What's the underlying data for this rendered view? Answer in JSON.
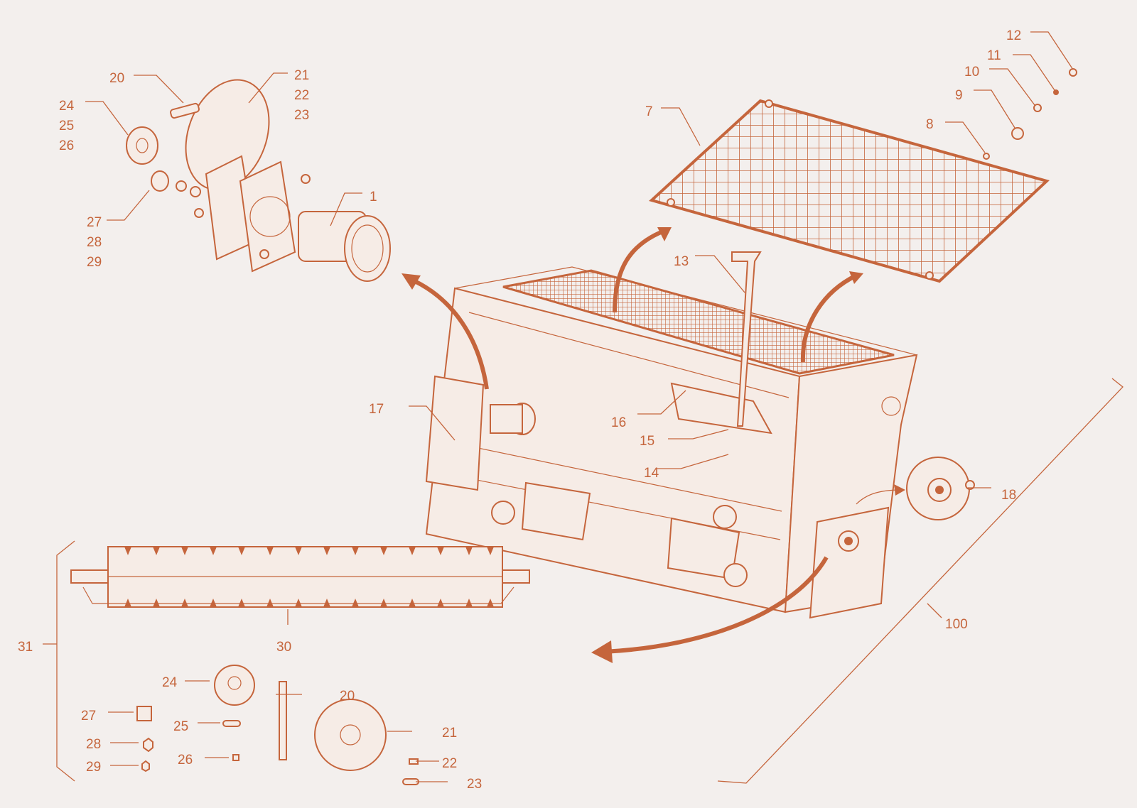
{
  "accent_color": "#c5653c",
  "background_color": "#f3efed",
  "labels": {
    "l1": "1",
    "l7": "7",
    "l8": "8",
    "l9": "9",
    "l10": "10",
    "l11": "11",
    "l12": "12",
    "l13": "13",
    "l14": "14",
    "l15": "15",
    "l16": "16",
    "l17": "17",
    "l18": "18",
    "l20_top": "20",
    "l21_top": "21",
    "l22_top": "22",
    "l23_top": "23",
    "l24_top": "24",
    "l25_top": "25",
    "l26_top": "26",
    "l27_top": "27",
    "l28_top": "28",
    "l29_top": "29",
    "l30": "30",
    "l31": "31",
    "l100": "100",
    "l24_bot": "24",
    "l20_bot": "20",
    "l27_bot": "27",
    "l25_bot": "25",
    "l21_bot": "21",
    "l28_bot": "28",
    "l26_bot": "26",
    "l22_bot": "22",
    "l29_bot": "29",
    "l23_bot": "23"
  }
}
